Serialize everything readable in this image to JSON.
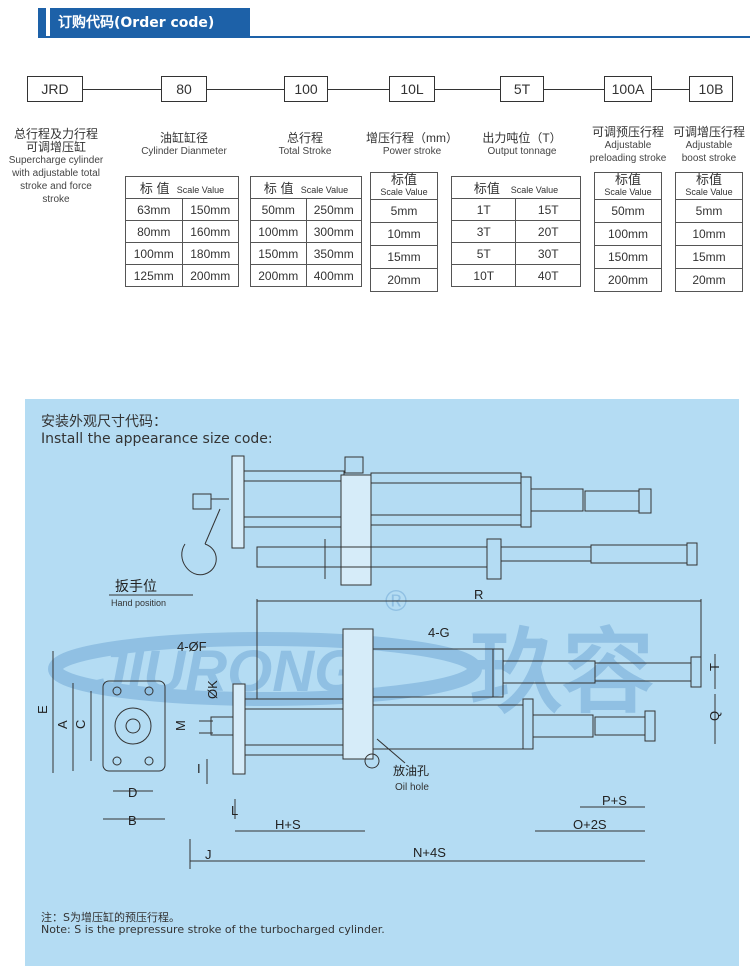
{
  "header": {
    "title": "订购代码(Order code)"
  },
  "order_codes": [
    "JRD",
    "80",
    "100",
    "10L",
    "5T",
    "100A",
    "10B"
  ],
  "code_labels": [
    {
      "cn": "总行程及力行程\n可调增压缸",
      "en": "Supercharge cylinder\nwith adjustable total\nstroke and force\nstroke"
    },
    {
      "cn": "油缸缸径",
      "en": "Cylinder Dianmeter"
    },
    {
      "cn": "总行程",
      "en": "Total  Stroke"
    },
    {
      "cn": "增压行程（mm）",
      "en": "Power stroke"
    },
    {
      "cn": "出力吨位（T）",
      "en": "Output  tonnage"
    },
    {
      "cn": "可调预压行程",
      "en": "Adjustable\npreloading stroke"
    },
    {
      "cn": "可调增压行程",
      "en": "Adjustable\nboost stroke"
    }
  ],
  "tables": {
    "bore": {
      "head_cn": "标 值",
      "head_en": "Scale Value",
      "rows": [
        [
          "63mm",
          "150mm"
        ],
        [
          "80mm",
          "160mm"
        ],
        [
          "100mm",
          "180mm"
        ],
        [
          "125mm",
          "200mm"
        ]
      ]
    },
    "stroke": {
      "head_cn": "标 值",
      "head_en": "Scale Value",
      "rows": [
        [
          "50mm",
          "250mm"
        ],
        [
          "100mm",
          "300mm"
        ],
        [
          "150mm",
          "350mm"
        ],
        [
          "200mm",
          "400mm"
        ]
      ]
    },
    "power": {
      "head_cn": "标值",
      "head_en": "Scale Value",
      "rows": [
        "5mm",
        "10mm",
        "15mm",
        "20mm"
      ]
    },
    "tonnage": {
      "head_cn": "标值",
      "head_en": "Scale Value",
      "rows": [
        [
          "1T",
          "15T"
        ],
        [
          "3T",
          "20T"
        ],
        [
          "5T",
          "30T"
        ],
        [
          "10T",
          "40T"
        ]
      ]
    },
    "preload": {
      "head_cn": "标值",
      "head_en": "Scale Value",
      "rows": [
        "50mm",
        "100mm",
        "150mm",
        "200mm"
      ]
    },
    "boost": {
      "head_cn": "标值",
      "head_en": "Scale Value",
      "rows": [
        "5mm",
        "10mm",
        "15mm",
        "20mm"
      ]
    }
  },
  "install": {
    "title_cn": "安装外观尺寸代码：",
    "title_en": "Install the appearance size code:",
    "hand_cn": "扳手位",
    "hand_en": "Hand position",
    "oil_cn": "放油孔",
    "oil_en": "Oil hole",
    "watermark_cn": "玖容",
    "registered": "®",
    "logo_text": "JIURONG",
    "dims": {
      "R": "R",
      "4G": "4-G",
      "4F": "4-ØF",
      "phiK": "ØK",
      "M": "M",
      "E": "E",
      "A": "A",
      "C": "C",
      "D": "D",
      "B": "B",
      "I": "I",
      "L": "L",
      "J": "J",
      "T": "T",
      "Q": "Q",
      "HS": "H+S",
      "N4S": "N+4S",
      "O2S": "O+2S",
      "PS": "P+S"
    },
    "note_cn": "注：S为增压缸的预压行程。",
    "note_en": "Note: S is the prepressure stroke of the turbocharged cylinder."
  }
}
